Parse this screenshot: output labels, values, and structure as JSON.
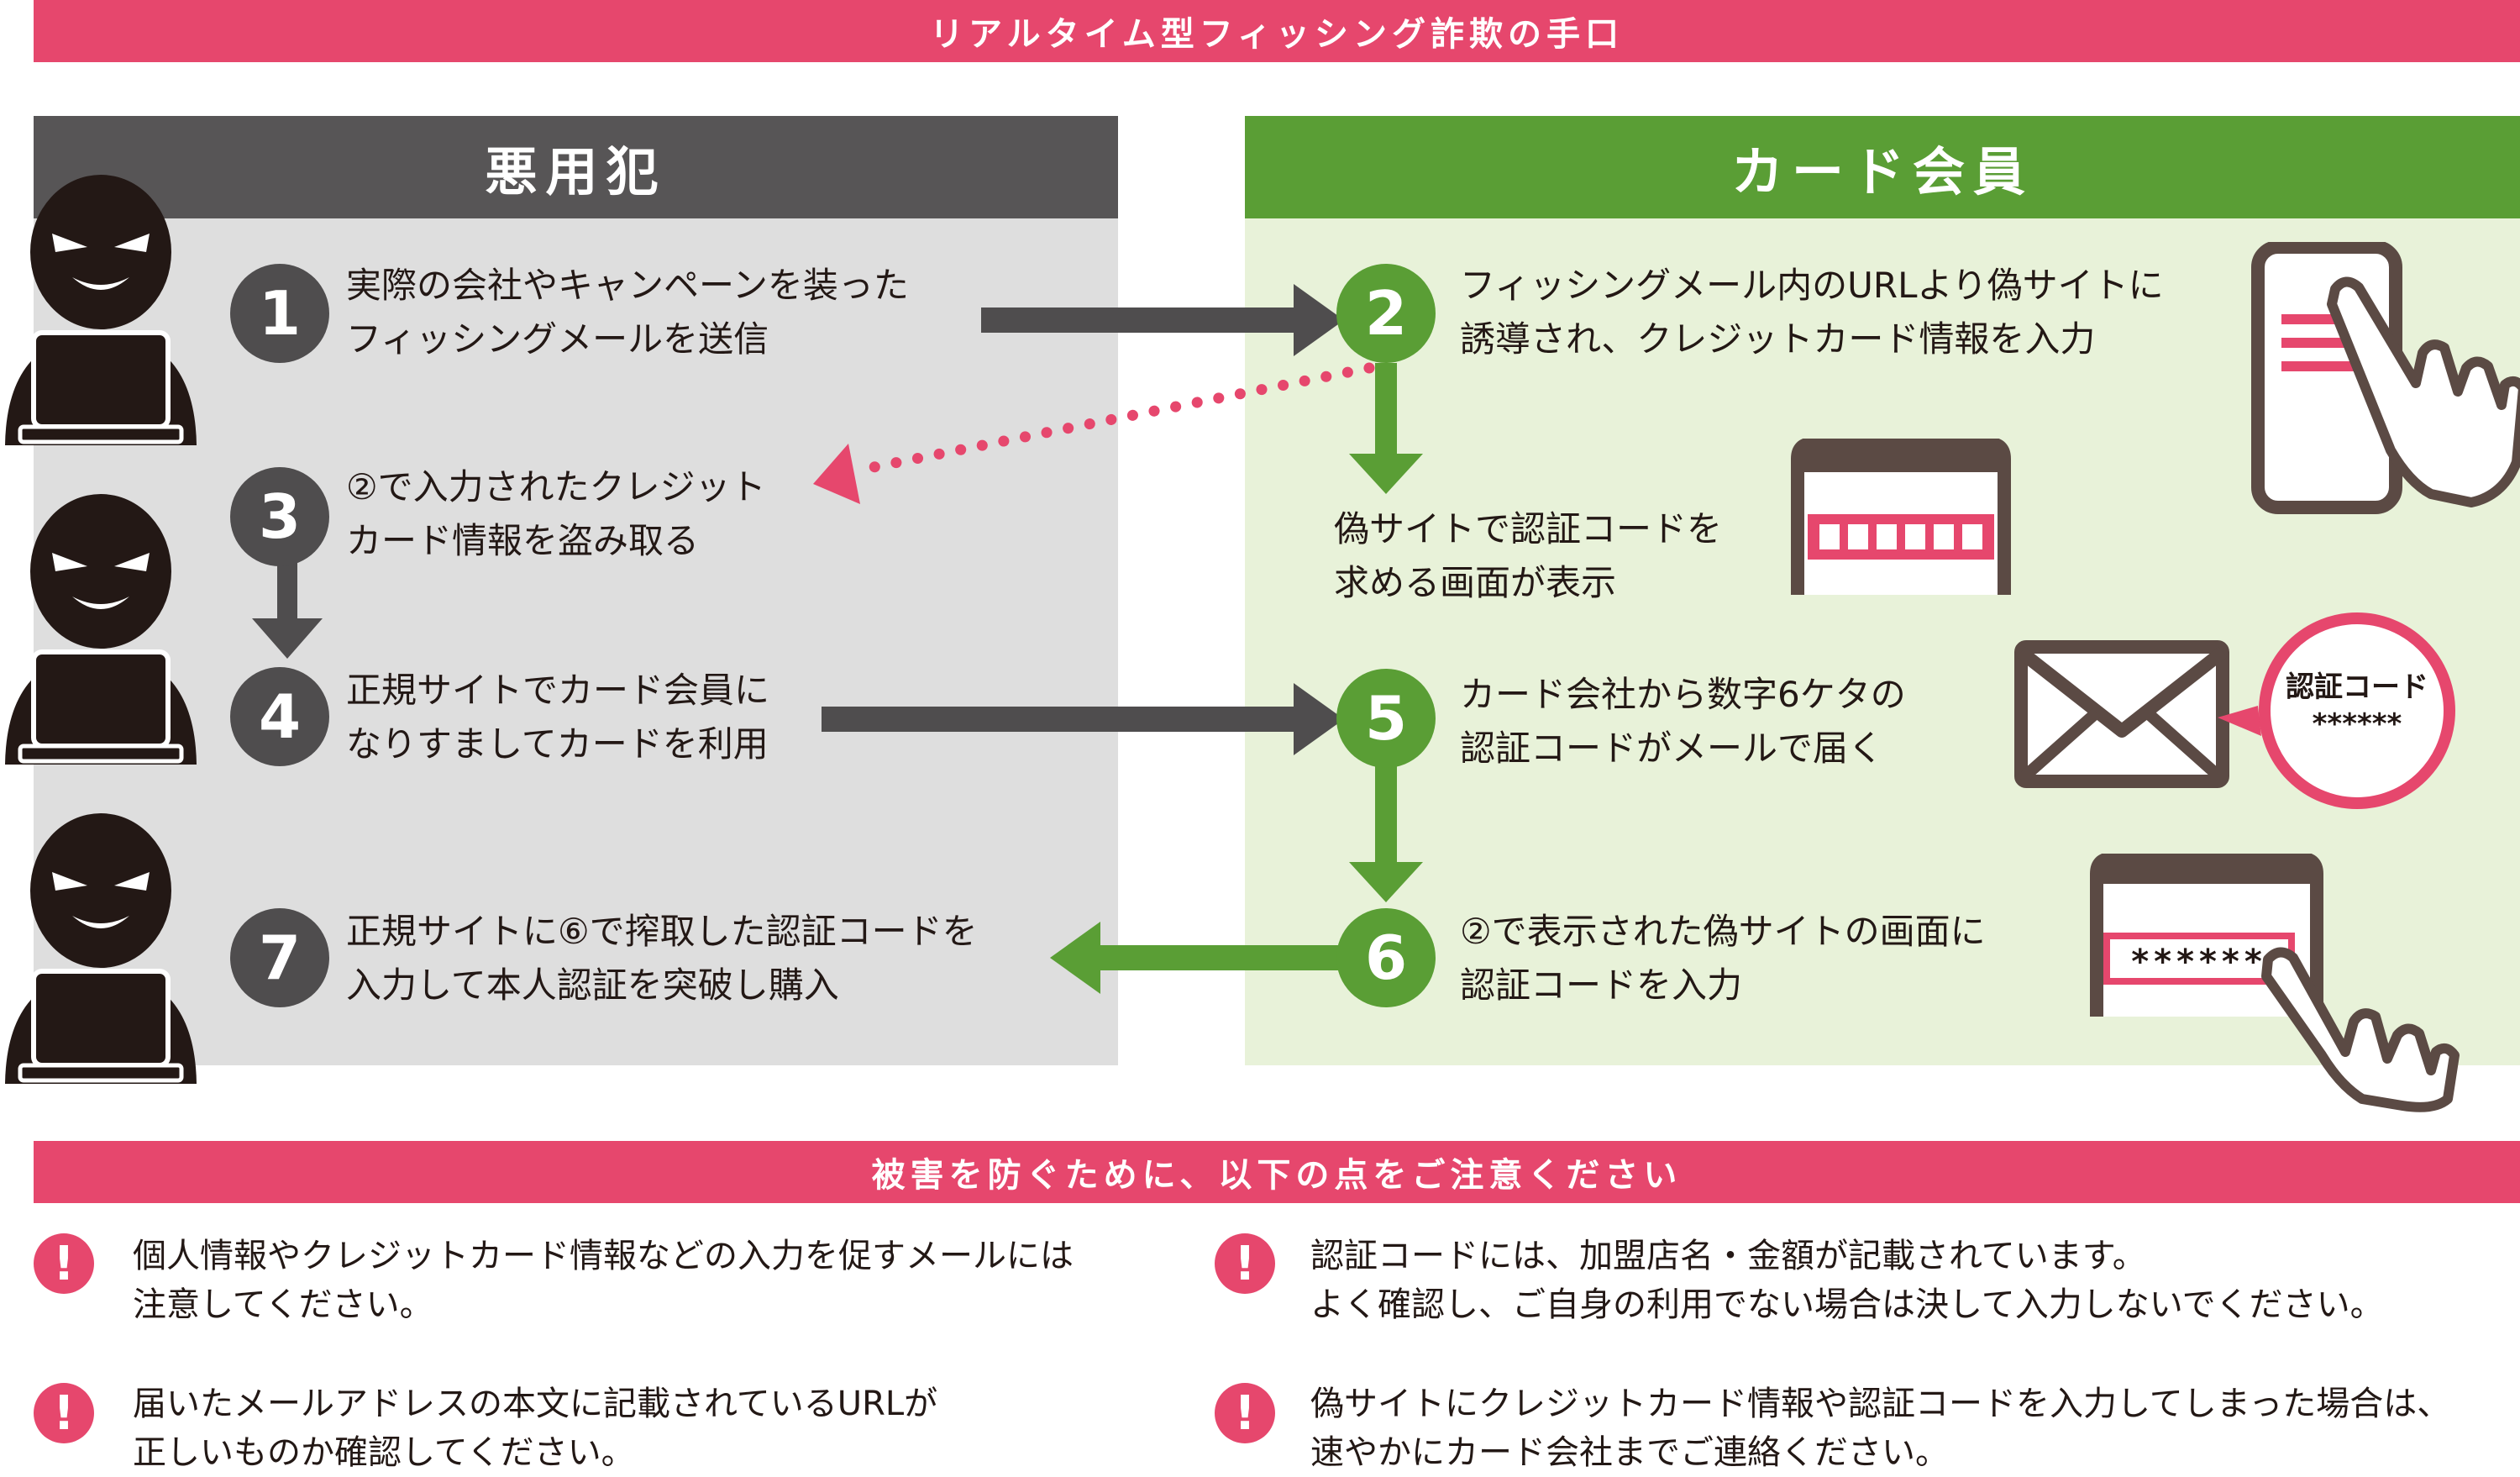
{
  "header": {
    "title": "リアルタイム型フィッシング詐欺の手口"
  },
  "criminal": {
    "label": "悪用犯"
  },
  "member": {
    "label": "カード会員"
  },
  "steps": {
    "s1": {
      "number": "1",
      "line1": "実際の会社やキャンペーンを装った",
      "line2": "フィッシングメールを送信"
    },
    "s2": {
      "number": "2",
      "line1": "フィッシングメール内のURLより偽サイトに",
      "line2": "誘導され、クレジットカード情報を入力"
    },
    "s2b": {
      "line1": "偽サイトで認証コードを",
      "line2": "求める画面が表示"
    },
    "s3": {
      "number": "3",
      "line1": "②で入力されたクレジット",
      "line2": "カード情報を盗み取る"
    },
    "s4": {
      "number": "4",
      "line1": "正規サイトでカード会員に",
      "line2": "なりすましてカードを利用"
    },
    "s5": {
      "number": "5",
      "line1": "カード会社から数字6ケタの",
      "line2": "認証コードがメールで届く"
    },
    "s6": {
      "number": "6",
      "line1": "②で表示された偽サイトの画面に",
      "line2": "認証コードを入力"
    },
    "s7": {
      "number": "7",
      "line1": "正規サイトに⑥で搾取した認証コードを",
      "line2": "入力して本人認証を突破し購入"
    }
  },
  "bubble": {
    "line1": "認証コード",
    "line2": "******"
  },
  "phone_code": "******",
  "warnings": {
    "title": "被害を防ぐために、以下の点をご注意ください",
    "icon": "!",
    "items": [
      {
        "line1": "個人情報やクレジットカード情報などの入力を促すメールには",
        "line2": "注意してください。"
      },
      {
        "line1": "届いたメールアドレスの本文に記載されているURLが",
        "line2": "正しいものか確認してください。"
      },
      {
        "line1": "認証コードには、加盟店名・金額が記載されています。",
        "line2": "よく確認し、ご自身の利用でない場合は決して入力しないでください。"
      },
      {
        "line1": "偽サイトにクレジットカード情報や認証コードを入力してしまった場合は、",
        "line2": "速やかにカード会社までご連絡ください。"
      }
    ]
  },
  "colors": {
    "pink": "#e6476d",
    "green": "#5a9e35",
    "dark": "#4f4d4e",
    "gray_panel": "#dedede",
    "green_panel": "#e8f2d9"
  }
}
